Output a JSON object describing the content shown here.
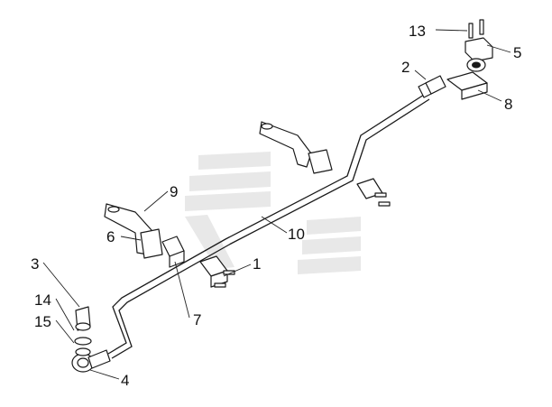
{
  "callouts": {
    "c1": "1",
    "c2": "2",
    "c3": "3",
    "c4": "4",
    "c5": "5",
    "c6": "6",
    "c7": "7",
    "c8": "8",
    "c9": "9",
    "c10": "10",
    "c13": "13",
    "c14": "14",
    "c15": "15"
  }
}
